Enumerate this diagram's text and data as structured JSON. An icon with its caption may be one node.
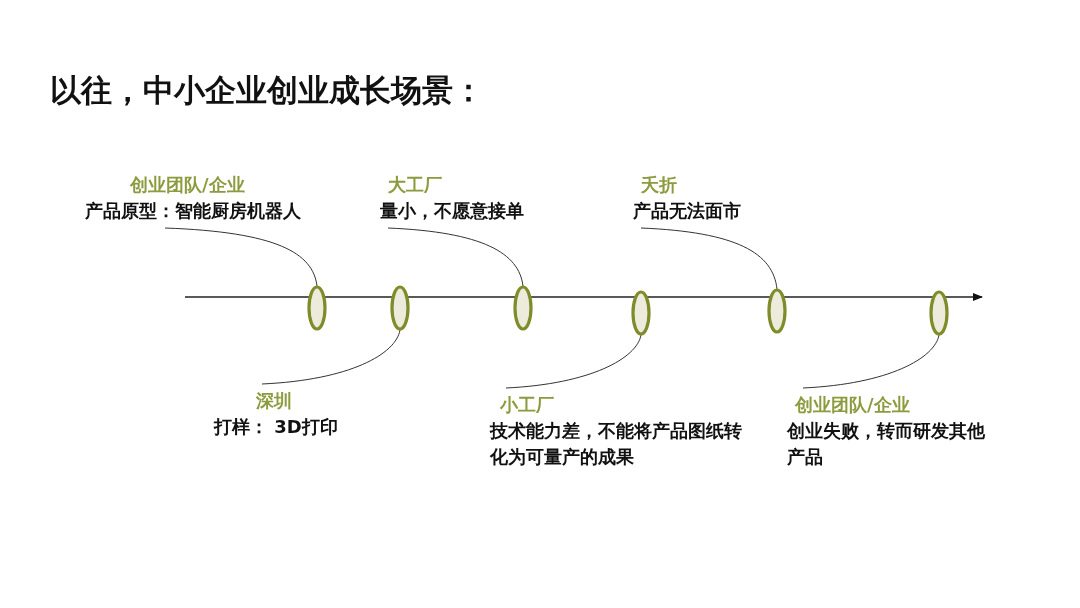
{
  "diagram": {
    "title": "以往，中小企业创业成长场景：",
    "nodes": [
      {
        "text": [
          "创业团队/企业",
          "产品原型：智能厨房机器人"
        ]
      },
      {
        "text": [
          "深圳",
          "打样： 3D打印"
        ]
      },
      {
        "text": [
          "大工厂",
          "量小，不愿意接单"
        ]
      },
      {
        "text": [
          "小工厂",
          "技术能力差，不能将产品图纸转化为可量产的成果"
        ]
      },
      {
        "text": [
          "夭折",
          "产品无法面市"
        ]
      },
      {
        "text": [
          "创业团队/企业",
          "创业失败，转而研发其他产品"
        ]
      },
      {
        "text": [],
        "shape": "ellipse"
      },
      {
        "text": [],
        "shape": "ellipse"
      },
      {
        "text": [],
        "shape": "ellipse"
      },
      {
        "text": [],
        "shape": "ellipse"
      },
      {
        "text": [],
        "shape": "ellipse"
      },
      {
        "text": [],
        "shape": "ellipse"
      }
    ],
    "edges": [
      {
        "from": 0,
        "to": 6,
        "arrow": "none"
      },
      {
        "from": 1,
        "to": 7,
        "arrow": "none"
      },
      {
        "from": 2,
        "to": 8,
        "arrow": "none"
      },
      {
        "from": 3,
        "to": 9,
        "arrow": "none"
      },
      {
        "from": 4,
        "to": 10,
        "arrow": "none"
      },
      {
        "from": 5,
        "to": 11,
        "arrow": "none"
      }
    ]
  }
}
